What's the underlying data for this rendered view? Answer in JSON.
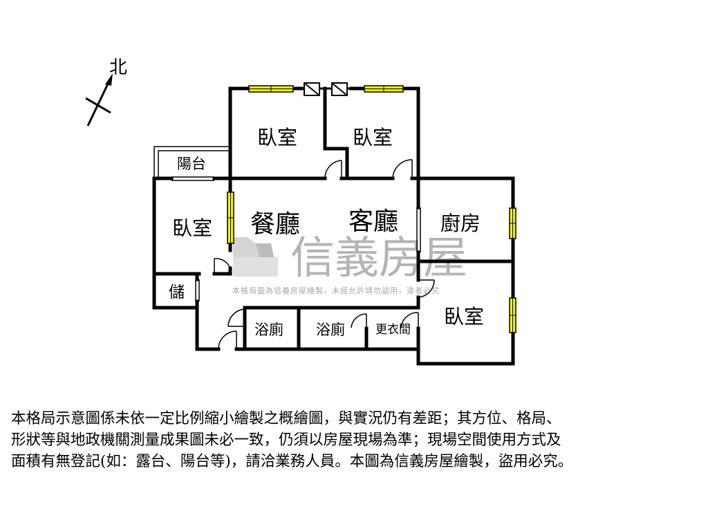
{
  "compass": {
    "label": "北"
  },
  "rooms": {
    "balcony": "陽台",
    "bedroom_top_left": "臥室",
    "bedroom_top_right": "臥室",
    "bedroom_left": "臥室",
    "dining": "餐廳",
    "living": "客廳",
    "kitchen": "廚房",
    "storage": "儲",
    "bath_1": "浴廁",
    "bath_2": "浴廁",
    "closet": "更衣間",
    "bedroom_right": "臥室"
  },
  "watermark": {
    "brand": "信義房屋",
    "notice": "本格局圖為信義房屋繪製，未經允許請勿盜用，違者必究"
  },
  "disclaimer": {
    "line1": "本格局示意圖係未依一定比例縮小繪製之概繪圖，與實況仍有差距；其方位、格局、",
    "line2": "形狀等與地政機關測量成果圖未必一致，仍須以房屋現場為準；現場空間使用方式及",
    "line3": "面積有無登記(如：露台、陽台等)，請洽業務人員。本圖為信義房屋繪製，盜用必究。"
  },
  "colors": {
    "wall": "#000000",
    "window": "#f2f200",
    "watermark": "#a8a8a8"
  }
}
